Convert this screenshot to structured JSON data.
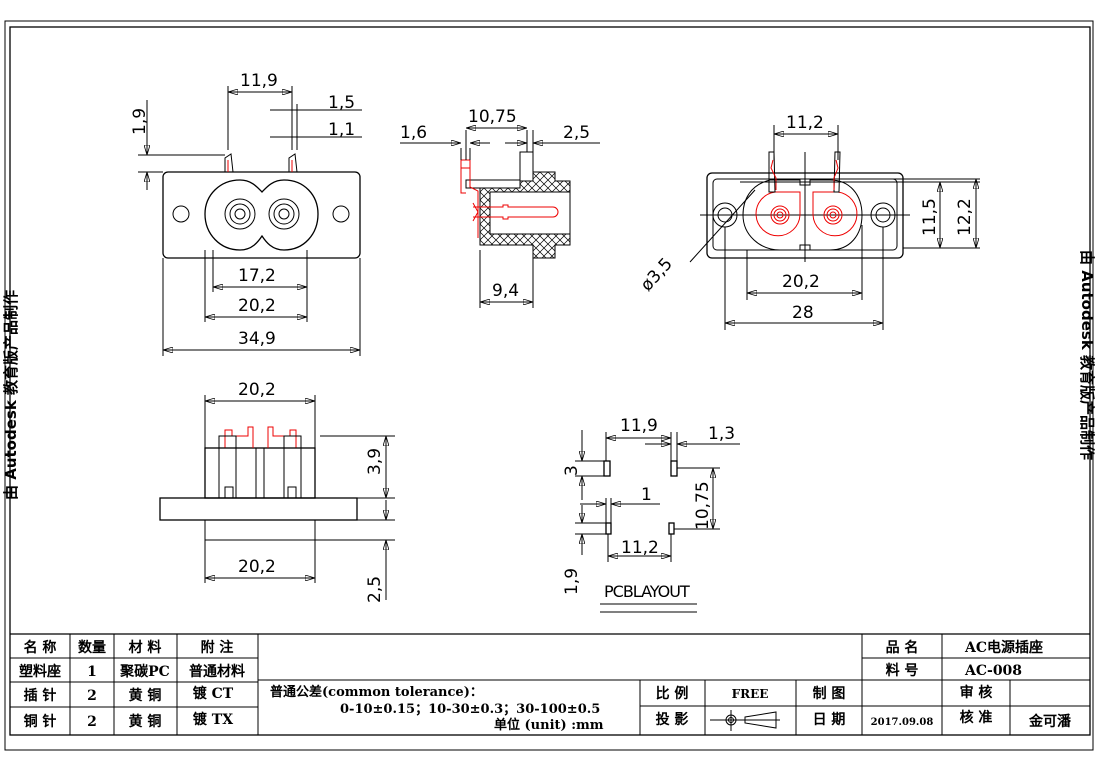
{
  "watermark": "由 Autodesk 教育版产品制作",
  "dims": {
    "front_pin_pitch": "11,9",
    "front_pin_width_a": "1,5",
    "front_pin_width_b": "1,1",
    "front_pin_height": "1,9",
    "front_inner": "17,2",
    "front_outer": "20,2",
    "front_total": "34,9",
    "side_a": "1,6",
    "side_b": "10,75",
    "side_c": "2,5",
    "side_depth": "9,4",
    "rear_pin_pitch": "11,2",
    "rear_hole": "ø3,5",
    "rear_h1": "11,5",
    "rear_h2": "12,2",
    "rear_w1": "20,2",
    "rear_w2": "28",
    "bottom_top_w": "20,2",
    "bottom_h1": "3,9",
    "bottom_h2": "2,5",
    "bottom_w": "20,2",
    "pcb_pitch": "11,9",
    "pcb_pad_w": "1,3",
    "pcb_pad_h": "3",
    "pcb_row": "10,75",
    "pcb_small": "1",
    "pcb_pitch2": "11,2",
    "pcb_small_h": "1,9"
  },
  "pcb_label": "PCBLAYOUT",
  "bom": {
    "headers": [
      "名 称",
      "数量",
      "材 料",
      "附  注"
    ],
    "rows": [
      [
        "塑料座",
        "1",
        "聚碳PC",
        "普通材料"
      ],
      [
        "插 针",
        "2",
        "黄 铜",
        "镀 CT"
      ],
      [
        "铜 针",
        "2",
        "黄 铜",
        "镀 TX"
      ]
    ]
  },
  "tolerance": {
    "title": "普通公差(common tolerance)：",
    "values": "0-10±0.15；10-30±0.3；30-100±0.5",
    "unit": "单位 (unit) :mm"
  },
  "title_block": {
    "product_name_label": "品 名",
    "product_name": "AC电源插座",
    "part_no_label": "料 号",
    "part_no": "AC-008",
    "scale_label": "比 例",
    "scale": "FREE",
    "drawn_label": "制 图",
    "drawn": "",
    "review_label": "审 核",
    "review": "",
    "projection_label": "投 影",
    "date_label": "日 期",
    "date": "2017.09.08",
    "approve_label": "核 准",
    "approve": "金可潘"
  },
  "colors": {
    "line": "#000000",
    "pin": "#ee0000"
  }
}
